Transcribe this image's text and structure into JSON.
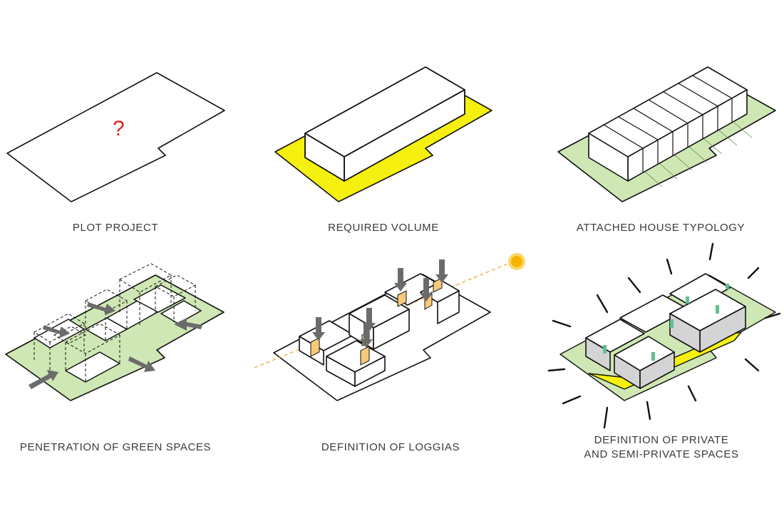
{
  "panels": [
    {
      "caption": "PLOT PROJECT",
      "mark": "?"
    },
    {
      "caption": "REQUIRED VOLUME"
    },
    {
      "caption": "ATTACHED HOUSE TYPOLOGY"
    },
    {
      "caption": "PENETRATION OF GREEN SPACES"
    },
    {
      "caption": "DEFINITION OF LOGGIAS"
    },
    {
      "caption_line1": "DEFINITION OF PRIVATE",
      "caption_line2": "AND SEMI-PRIVATE SPACES"
    }
  ],
  "colors": {
    "yellow": "#f5f00f",
    "green": "#cfe7b4",
    "loggia": "#f7c97a",
    "sun": "#f5b400",
    "arrow": "#6b6b6b",
    "wall_grey": "#d4d4d6",
    "planter": "#5fbf8f",
    "question": "#e0201b"
  }
}
